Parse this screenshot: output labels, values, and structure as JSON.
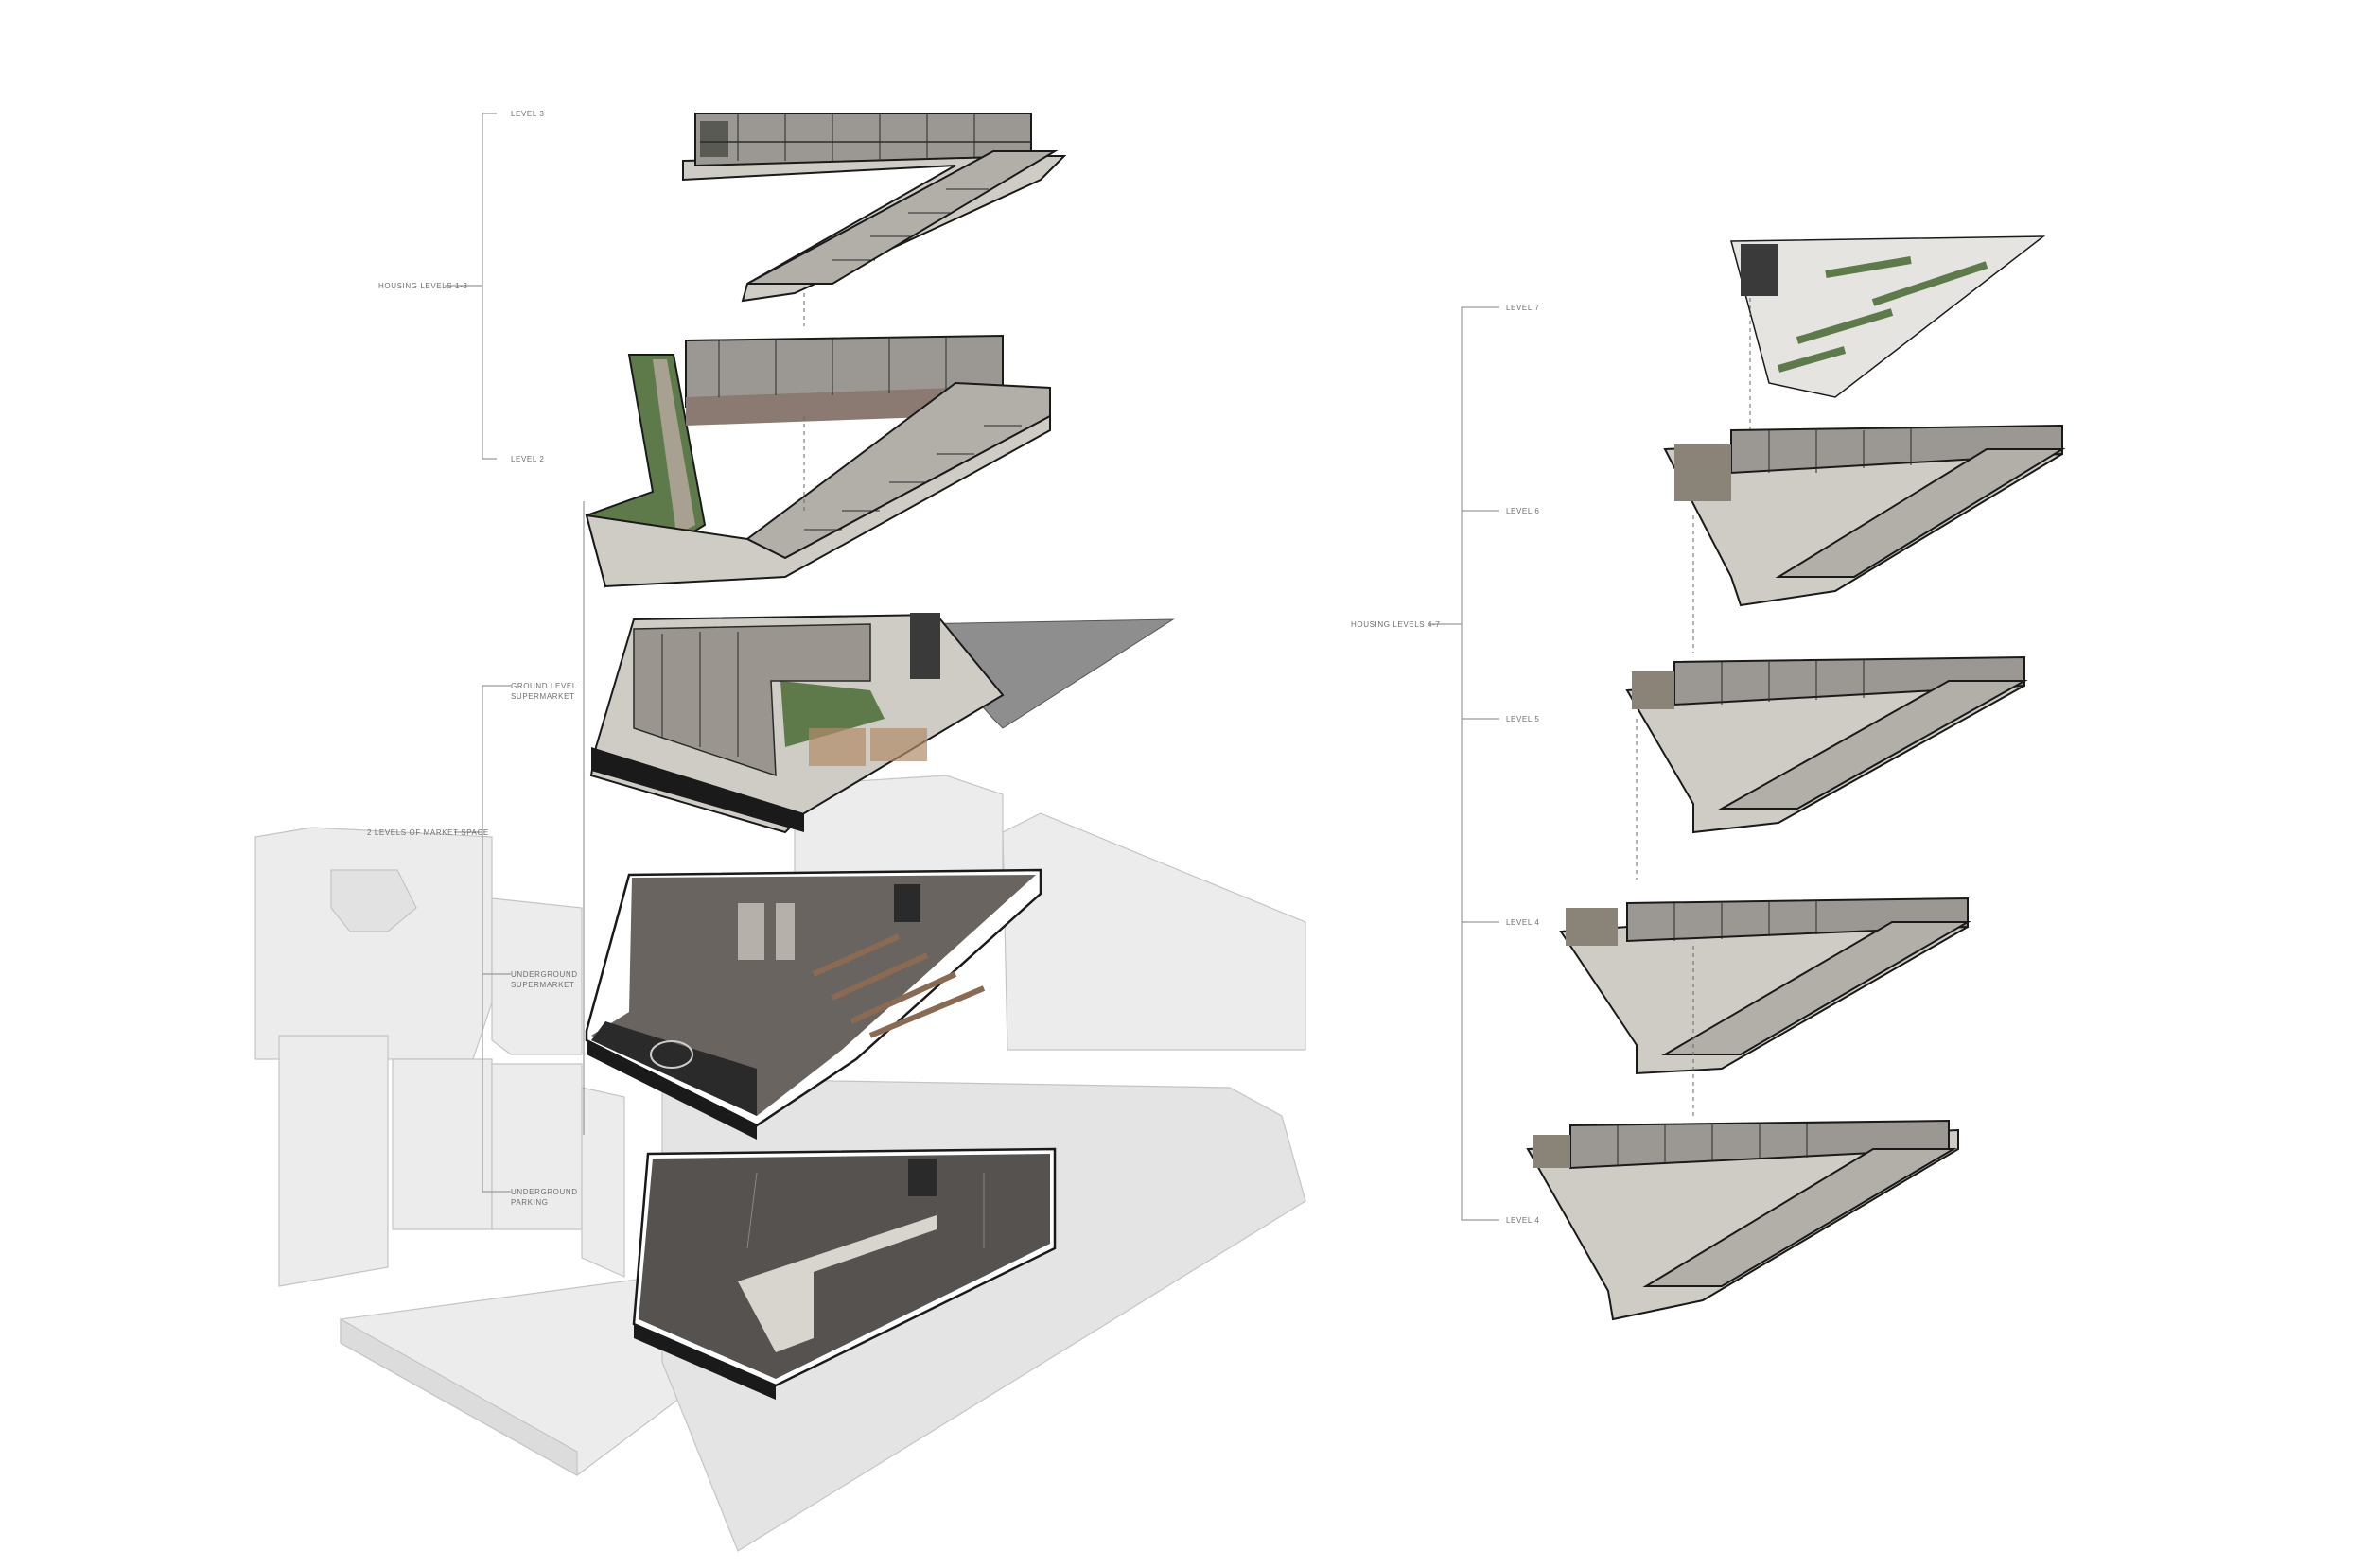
{
  "labels": {
    "left": {
      "level_3": "LEVEL 3",
      "housing_levels_1_3": "HOUSING LEVELS 1-3",
      "level_2": "LEVEL 2",
      "ground_level_supermarket": "GROUND LEVEL SUPERMARKET",
      "levels_of_market_space": "2 LEVELS OF MARKET SPACE",
      "underground_supermarket": "UNDERGROUND SUPERMARKET",
      "underground_parking": "UNDERGROUND PARKING"
    },
    "right": {
      "level_7": "LEVEL 7",
      "level_6": "LEVEL 6",
      "housing_levels_4_7": "HOUSING LEVELS 4-7",
      "level_5": "LEVEL 5",
      "level_4a": "LEVEL 4",
      "level_4b": "LEVEL 4"
    }
  },
  "colors": {
    "context_block": "#ececec",
    "context_edge": "#c4c4c4",
    "slab_top": "#c9c6c1",
    "slab_edge": "#1a1a1a",
    "wall_dark": "#2a2a2a",
    "room_floor": "#d8d5cf",
    "market_floor": "#6a6460",
    "parking_floor": "#55524f",
    "green_roof": "#5f7a4a",
    "brick_band": "#8a7a72",
    "concrete": "#8e8e8e"
  }
}
